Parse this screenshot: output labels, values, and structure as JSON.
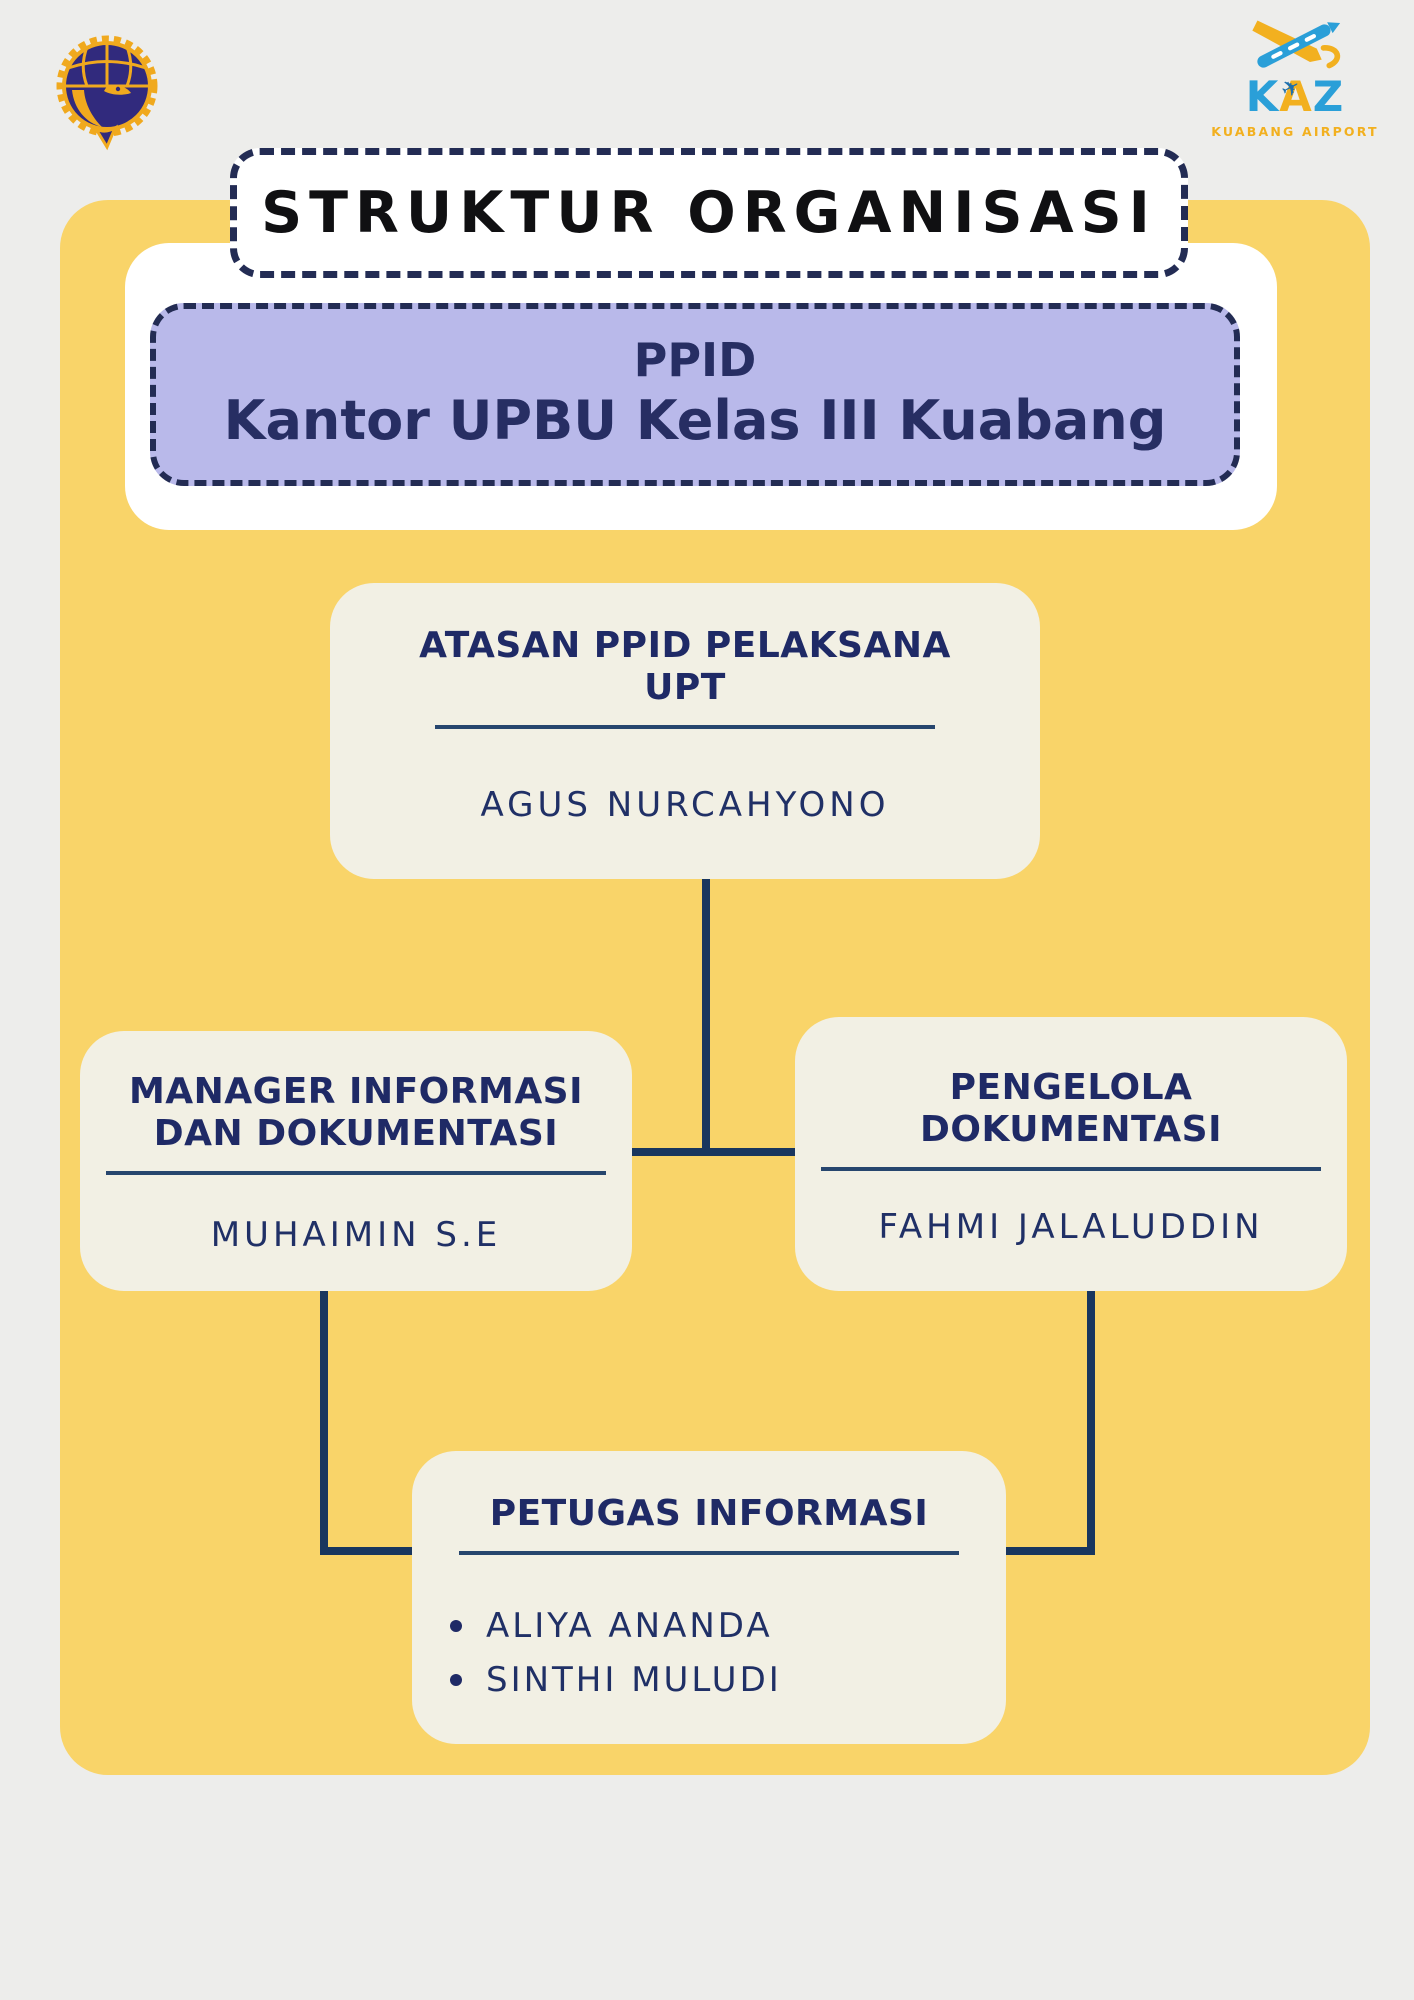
{
  "colors": {
    "bg": "#ededeb",
    "card": "#f9d469",
    "cream": "#f2f0e4",
    "lavender": "#b9b9ea",
    "ink": "#232c54",
    "navy": "#1f2a66",
    "name": "#203066",
    "line": "#19365e",
    "underline": "#27466e",
    "title": "#101012",
    "white": "#ffffff",
    "kaz-blue": "#2a9fd8",
    "kaz-yellow": "#f2b01f",
    "logo-navy": "#312a7d",
    "logo-gold": "#f0a91e"
  },
  "title": {
    "label": "STRUKTUR ORGANISASI"
  },
  "header": {
    "line1": "PPID",
    "line2": "Kantor UPBU Kelas III Kuabang"
  },
  "logos": {
    "kaz": {
      "k": "K",
      "a": "A",
      "z": "Z",
      "plane_glyph": "✈",
      "subtext": "KUABANG AIRPORT"
    }
  },
  "nodes": {
    "atasan": {
      "title_line1": "ATASAN PPID PELAKSANA",
      "title_line2": "UPT",
      "name": "AGUS NURCAHYONO"
    },
    "manager": {
      "title_line1": "MANAGER INFORMASI",
      "title_line2": "DAN DOKUMENTASI",
      "name": "MUHAIMIN S.E"
    },
    "pengelola": {
      "title_line1": "PENGELOLA",
      "title_line2": "DOKUMENTASI",
      "name": "FAHMI JALALUDDIN"
    },
    "petugas": {
      "title": "PETUGAS INFORMASI",
      "members": [
        "ALIYA ANANDA",
        "SINTHI MULUDI"
      ]
    }
  }
}
